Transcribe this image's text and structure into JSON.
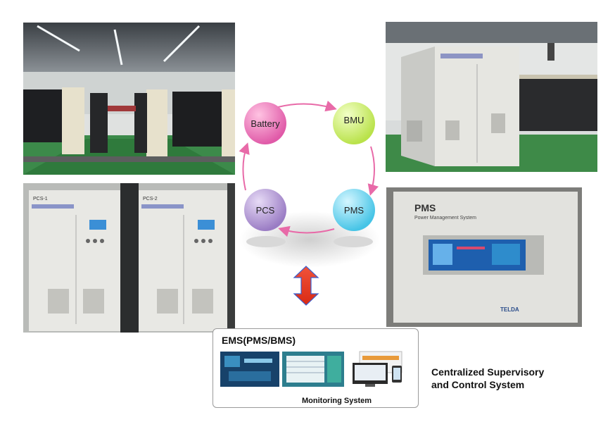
{
  "cycle": {
    "nodes": [
      {
        "label": "Battery",
        "color": "#e05aa8"
      },
      {
        "label": "BMU",
        "color": "#b9e24a"
      },
      {
        "label": "PMS",
        "color": "#46c4e6"
      },
      {
        "label": "PCS",
        "color": "#9a7cc4"
      }
    ],
    "arrow_color": "#e86aa8",
    "updown_arrow_color": "#e8331e"
  },
  "photos": {
    "pcs_labels": [
      "PCS-1",
      "PCS-2"
    ],
    "pms_panel": {
      "title": "PMS",
      "subtitle": "Power Management System",
      "brand": "TELDA"
    }
  },
  "ems": {
    "title": "EMS(PMS/BMS)",
    "subtitle": "Monitoring System"
  },
  "central": {
    "line1": "Centralized Supervisory",
    "line2": "and Control System"
  }
}
